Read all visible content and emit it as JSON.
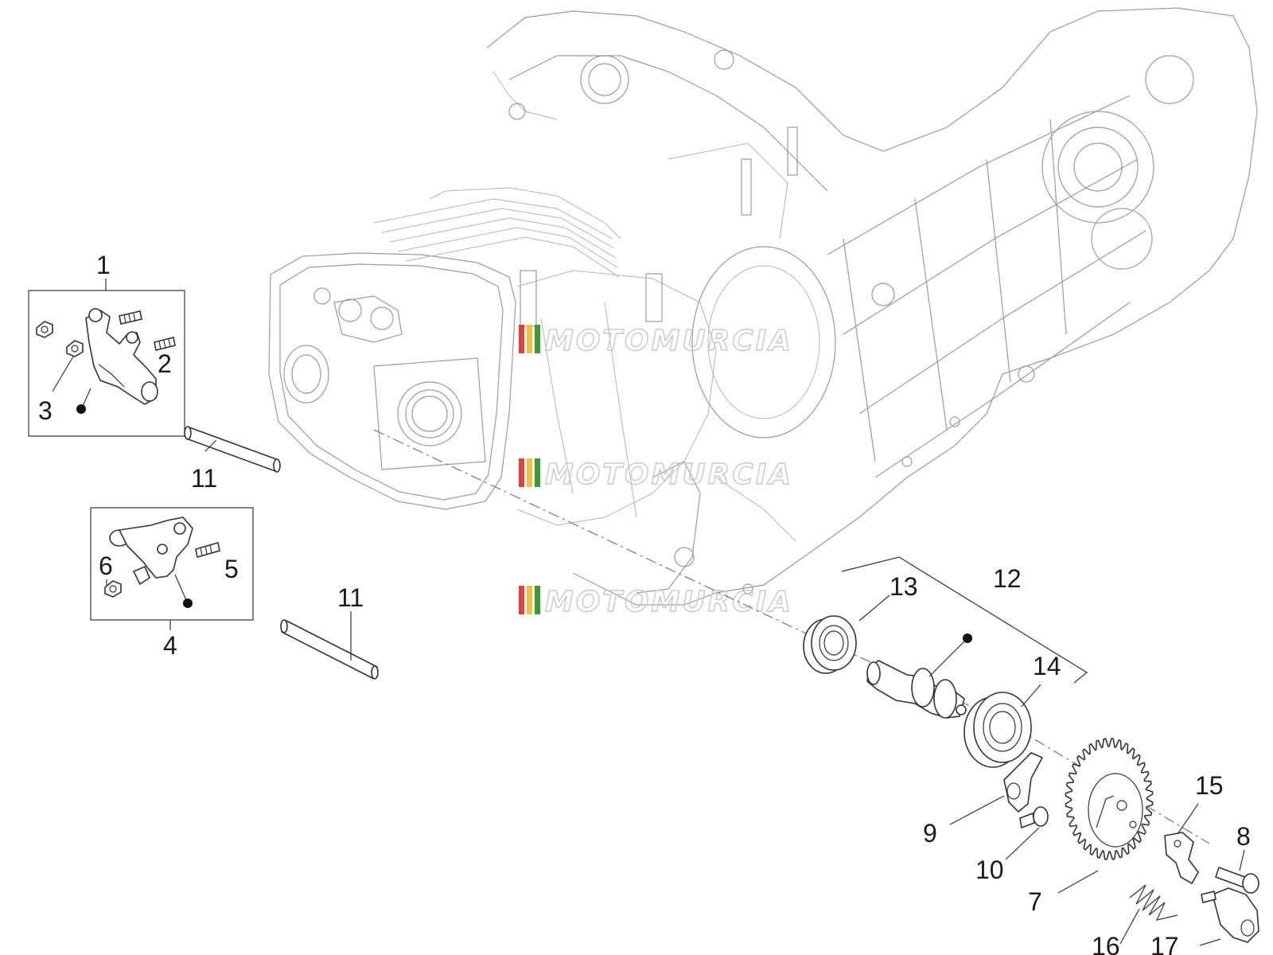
{
  "watermark": {
    "text": "MOTOMURCIA",
    "stripe_colors": [
      "#e04040",
      "#f2c23a",
      "#3a9a3a"
    ]
  },
  "callouts": [
    "1",
    "2",
    "3",
    "4",
    "5",
    "6",
    "7",
    "8",
    "9",
    "10",
    "11",
    "11",
    "12",
    "13",
    "14",
    "15",
    "16",
    "17"
  ],
  "marker_dots": 3
}
